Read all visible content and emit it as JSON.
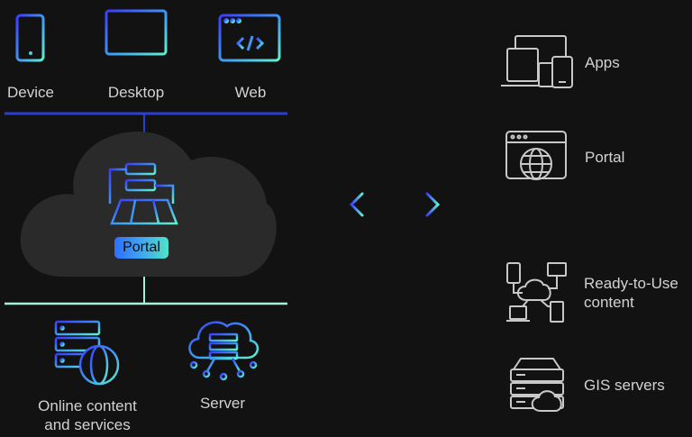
{
  "left": {
    "top_items": [
      {
        "label": "Device",
        "icon": "phone-icon"
      },
      {
        "label": "Desktop",
        "icon": "monitor-icon"
      },
      {
        "label": "Web",
        "icon": "browser-code-icon"
      }
    ],
    "cloud_label": "Portal",
    "cloud_icon": "portal-stack-icon",
    "bottom_items": [
      {
        "label_line1": "Online content",
        "label_line2": "and services",
        "icon": "server-globe-icon"
      },
      {
        "label_line1": "Server",
        "icon": "cloud-server-icon"
      }
    ]
  },
  "connector_icon": "double-arrow-icon",
  "right_items": [
    {
      "label": "Apps",
      "icon": "devices-icon"
    },
    {
      "label": "Portal",
      "icon": "browser-globe-icon"
    },
    {
      "label_line1": "Ready-to-Use",
      "label_line2": "content",
      "icon": "network-cloud-icon"
    },
    {
      "label": "GIS servers",
      "icon": "server-cloud-icon"
    }
  ],
  "colors": {
    "background": "#121212",
    "blue_line": "#2b3fd6",
    "teal_line": "#a6f0d8",
    "gradient_start": "#3a3cff",
    "gradient_end": "#5ff0cf",
    "cloud_fill": "#2a2a2a",
    "icon_grey": "#c8c8c8"
  }
}
